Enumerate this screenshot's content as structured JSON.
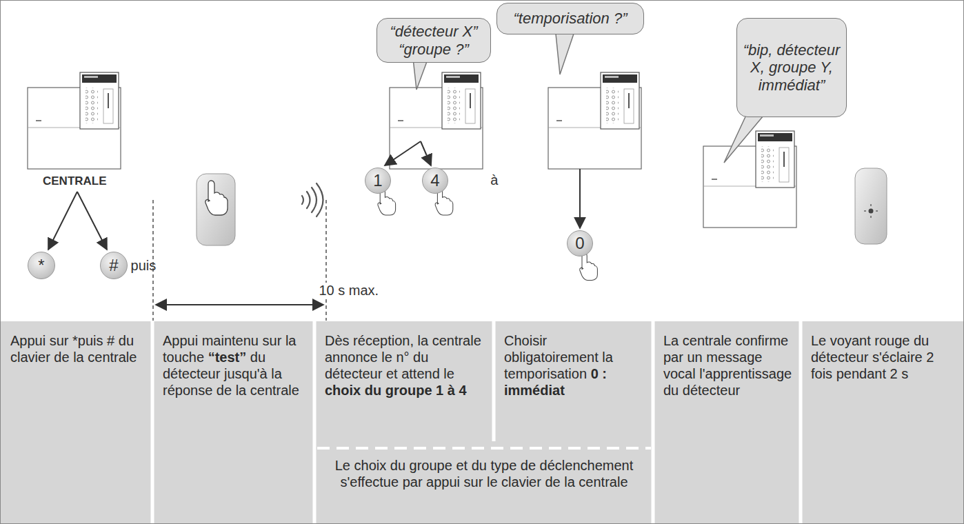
{
  "diagram": {
    "nodes": [
      {
        "text": [
          "“détecteur X” “groupe ?”"
        ]
      },
      {
        "text": [
          "“temporisation ?”"
        ]
      },
      {
        "text": [
          "“bip, détecteur X, groupe Y, immédiat”"
        ]
      },
      {
        "text": [
          "*"
        ]
      },
      {
        "text": [
          "#"
        ]
      },
      {
        "text": [
          "1"
        ]
      },
      {
        "text": [
          "4"
        ]
      },
      {
        "text": [
          "0"
        ]
      },
      {
        "text": [
          "Appui sur *puis # du clavier de la centrale"
        ]
      },
      {
        "text": [
          "Appui maintenu sur la touche",
          "“test”",
          "du détecteur jusqu'à la réponse de la centrale"
        ]
      },
      {
        "text": [
          "Dès réception, la centrale annonce le n° du détecteur et attend le",
          "choix du groupe 1 à 4"
        ]
      },
      {
        "text": [
          "Choisir obligatoirement la temporisation",
          "0 : immédiat"
        ]
      },
      {
        "text": [
          "La centrale confirme par un message vocal l'apprentissage du détecteur"
        ]
      },
      {
        "text": [
          "Le voyant rouge du détecteur s'éclaire 2 fois pendant 2 s"
        ]
      },
      {
        "text": [
          "Le choix du groupe et du type de déclenchement s'effectue par appui sur le clavier de la centrale"
        ]
      }
    ],
    "labels": [
      "CENTRALE",
      "puis",
      "à",
      "10 s max."
    ]
  }
}
